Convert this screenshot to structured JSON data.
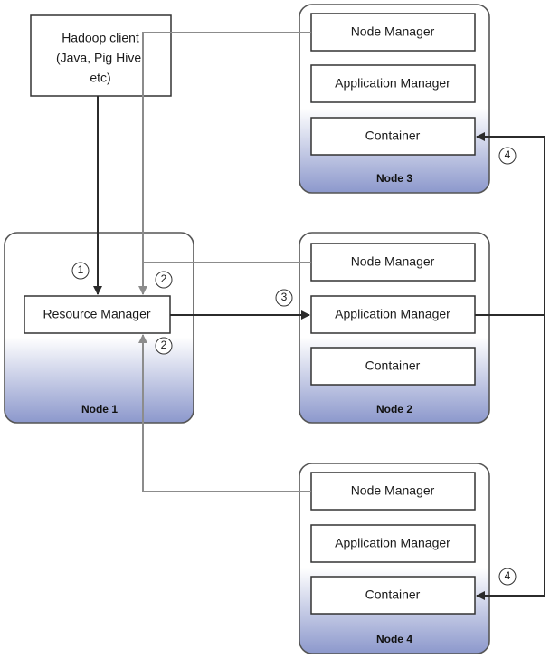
{
  "client": {
    "lines": [
      "Hadoop client",
      "(Java, Pig Hive,",
      "etc)"
    ]
  },
  "nodes": {
    "node1": {
      "label": "Node 1",
      "resource_manager": "Resource Manager"
    },
    "node2": {
      "label": "Node 2",
      "node_manager": "Node Manager",
      "application_manager": "Application Manager",
      "container": "Container"
    },
    "node3": {
      "label": "Node 3",
      "node_manager": "Node Manager",
      "application_manager": "Application Manager",
      "container": "Container"
    },
    "node4": {
      "label": "Node 4",
      "node_manager": "Node Manager",
      "application_manager": "Application Manager",
      "container": "Container"
    }
  },
  "steps": {
    "client_to_rm": "1",
    "nm_to_rm_top": "2",
    "nm_to_rm_bottom": "2",
    "rm_to_am": "3",
    "am_to_container_node3": "4",
    "am_to_container_node4": "4"
  },
  "colors": {
    "node_gradient_top": "#ffffff",
    "node_gradient_bottom": "#8c98cc",
    "control_line": "#2b2b2b",
    "heartbeat_line": "#8c8c8c"
  }
}
